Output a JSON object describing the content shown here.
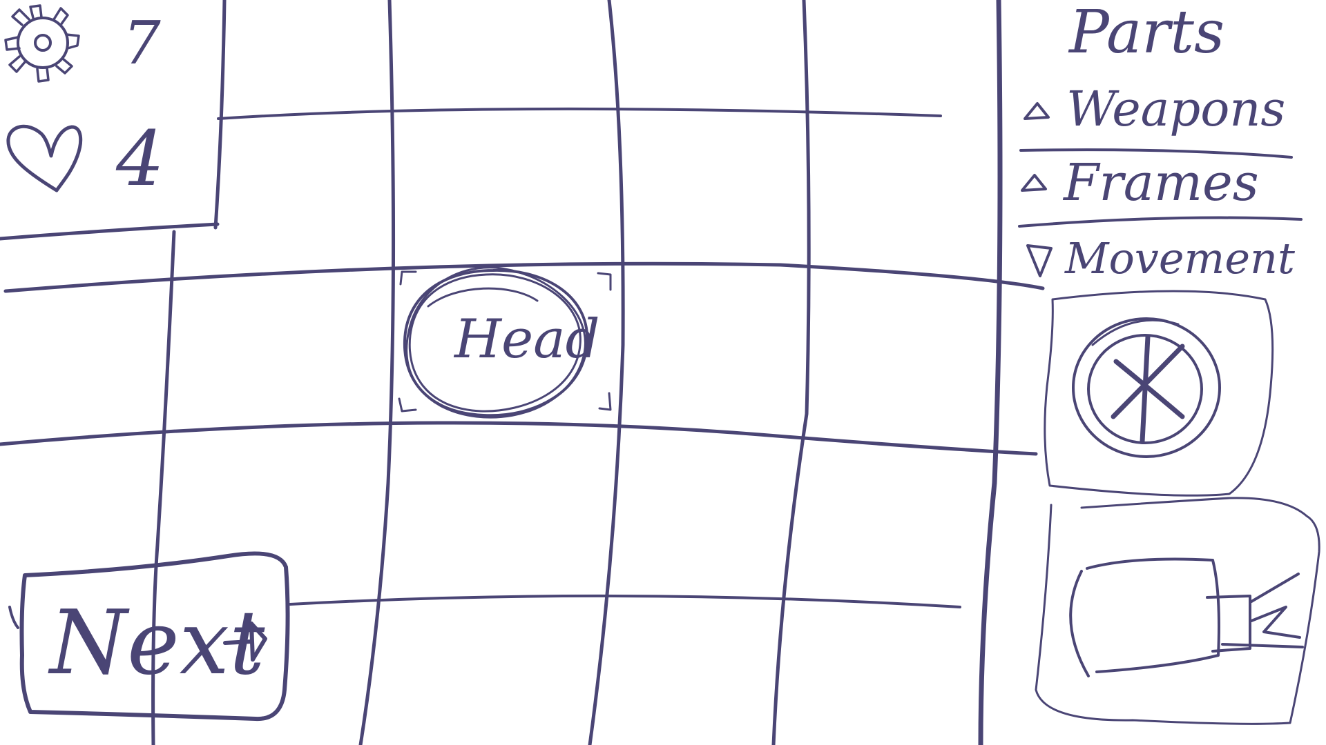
{
  "stats": {
    "gears_icon": "gear-icon",
    "gears_value": "7",
    "health_icon": "heart-icon",
    "health_value": "4"
  },
  "board": {
    "selected_cell_label": "Head"
  },
  "next_button": {
    "label": "Next",
    "icon": "arrow-right-icon"
  },
  "parts_panel": {
    "title": "Parts",
    "categories": [
      {
        "label": "Weapons",
        "state": "collapsed",
        "icon": "triangle-up-icon"
      },
      {
        "label": "Frames",
        "state": "collapsed",
        "icon": "triangle-up-icon"
      },
      {
        "label": "Movement",
        "state": "expanded",
        "icon": "triangle-down-icon"
      }
    ],
    "movement_items": [
      {
        "icon": "wheel-icon"
      },
      {
        "icon": "tread-icon"
      }
    ]
  },
  "colors": {
    "ink": "#4a4575",
    "background": "#ffffff"
  }
}
